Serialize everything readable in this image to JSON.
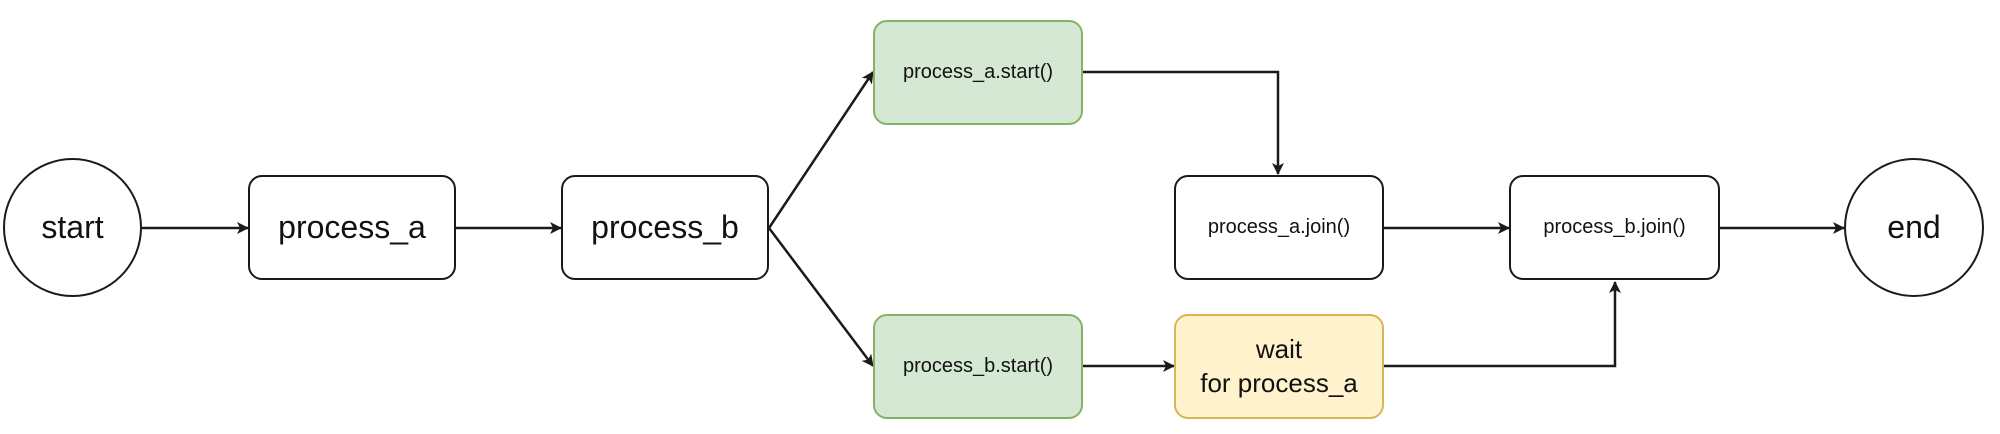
{
  "nodes": {
    "start": "start",
    "process_a": "process_a",
    "process_b": "process_b",
    "process_a_start": "process_a.start()",
    "process_b_start": "process_b.start()",
    "process_a_join": "process_a.join()",
    "wait": "wait\nfor process_a",
    "process_b_join": "process_b.join()",
    "end": "end"
  },
  "colors": {
    "line": "#1a1a1a",
    "green_fill": "#d5e8d4",
    "green_border": "#82b366",
    "yellow_fill": "#fff2cc",
    "yellow_border": "#d6b656"
  }
}
